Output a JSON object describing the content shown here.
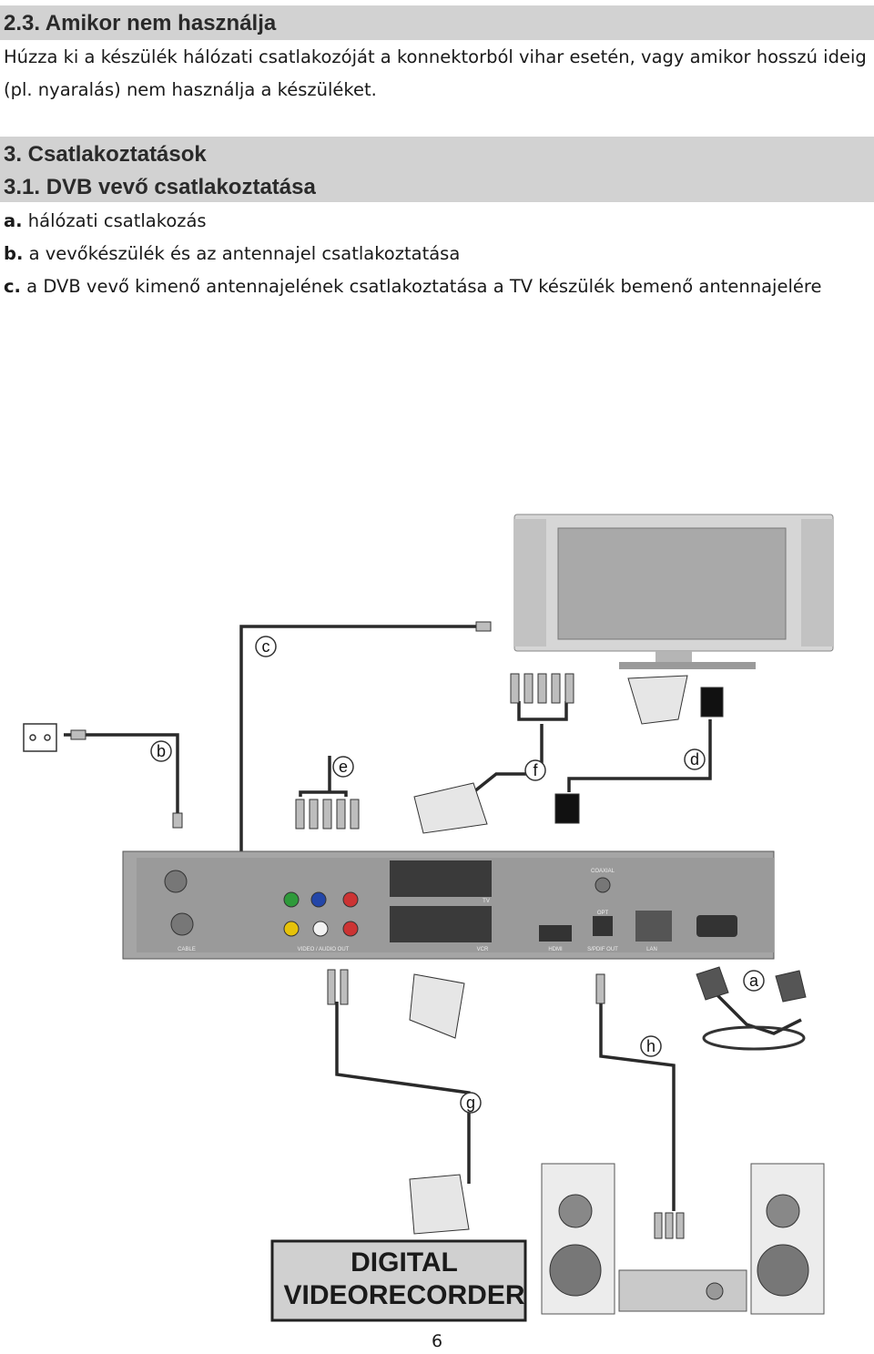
{
  "section_23": {
    "title": "2.3. Amikor nem használja",
    "body": "Húzza ki a készülék hálózati csatlakozóját a konnektorból vihar esetén, vagy amikor hosszú ideig (pl. nyaralás) nem használja a készüléket."
  },
  "section_3": {
    "title": "3. Csatlakoztatások",
    "subtitle": "3.1. DVB vevő csatlakoztatása",
    "items": [
      {
        "letter": "a.",
        "text": " hálózati csatlakozás"
      },
      {
        "letter": "b.",
        "text": " a vevőkészülék és az antennajel csatlakoztatása"
      },
      {
        "letter": "c.",
        "text": " a DVB vevő kimenő antennajelének csatlakoztatása a TV készülék bemenő antennajelére"
      }
    ]
  },
  "figure": {
    "callouts": [
      "a",
      "b",
      "c",
      "d",
      "e",
      "f",
      "g",
      "h"
    ],
    "rear_panel_labels": [
      "CABLE",
      "VIDEO / AUDIO OUT",
      "TV",
      "VCR",
      "HDMI",
      "S/PDIF OUT",
      "LAN",
      "COAXIAL",
      "OPT"
    ],
    "vcr_label_line1": "DIGITAL",
    "vcr_label_line2": "VIDEORECORDER"
  },
  "page_number": "6"
}
